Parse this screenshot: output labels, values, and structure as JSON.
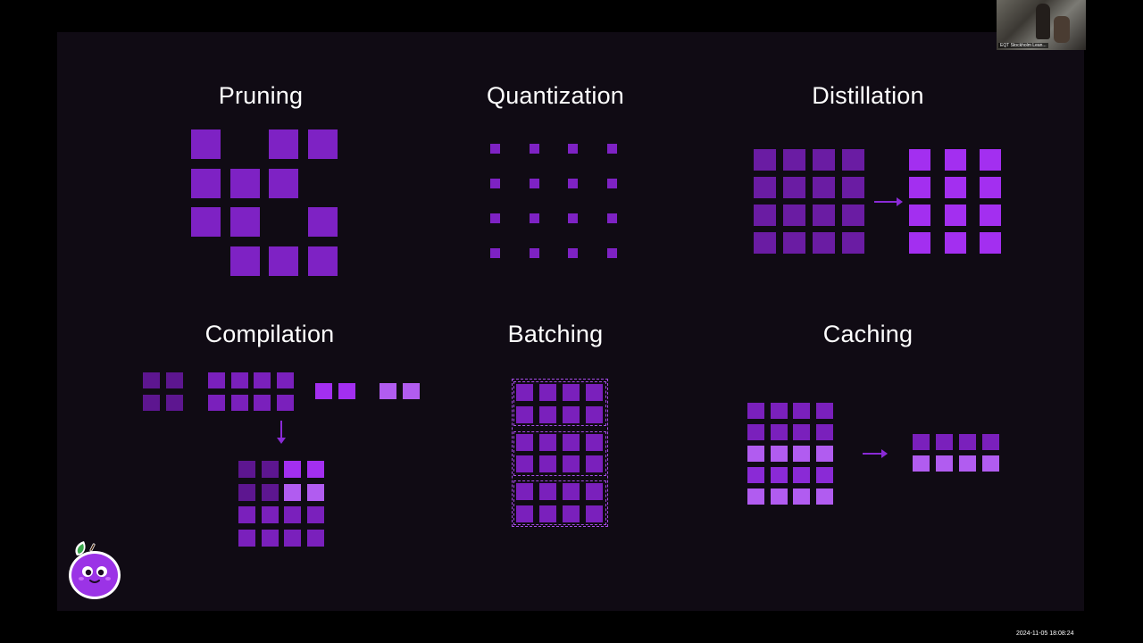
{
  "slide": {
    "titles": {
      "pruning": "Pruning",
      "quantization": "Quantization",
      "distillation": "Distillation",
      "compilation": "Compilation",
      "batching": "Batching",
      "caching": "Caching"
    }
  },
  "webcam": {
    "label": "EQT Stockholm Lean..."
  },
  "footer": {
    "timestamp": "2024-11-05 18:08:24"
  },
  "colors": {
    "background": "#000000",
    "slide_background": "#100b14",
    "text": "#ffffff",
    "purple_mid": "#7e22c4",
    "purple_bright": "#a32ff0",
    "purple_dark": "#5d1690",
    "purple_light": "#b15cf0"
  },
  "icons": {
    "mascot": "plum-mascot-icon"
  }
}
